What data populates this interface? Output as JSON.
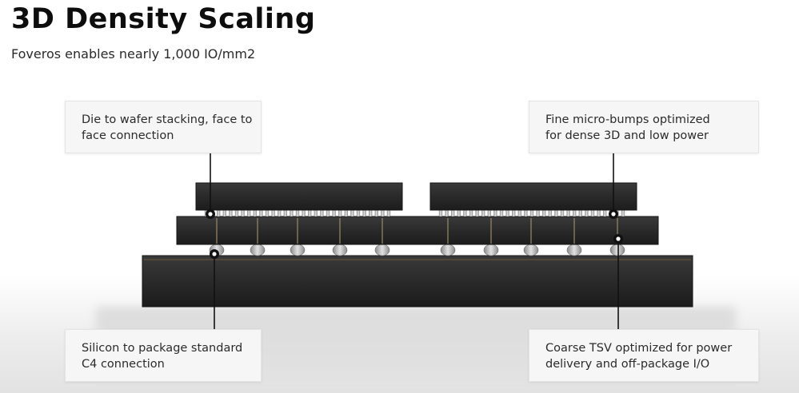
{
  "header": {
    "title": "3D Density Scaling",
    "subtitle": "Foveros enables nearly 1,000 IO/mm2"
  },
  "callouts": {
    "die_to_wafer": {
      "line1": "Die to wafer stacking, face to",
      "line2": "face connection"
    },
    "micro_bumps": {
      "line1": "Fine micro-bumps optimized",
      "line2": "for dense 3D and low power"
    },
    "c4": {
      "line1": "Silicon to package standard",
      "line2": "C4 connection"
    },
    "tsv": {
      "line1": "Coarse TSV optimized for power",
      "line2": "delivery and off-package I/O"
    }
  },
  "colors": {
    "die": "#2b2b2b",
    "die_edge": "#1a1a1a",
    "bump": "#b8b8b8",
    "leader": "#111111"
  }
}
